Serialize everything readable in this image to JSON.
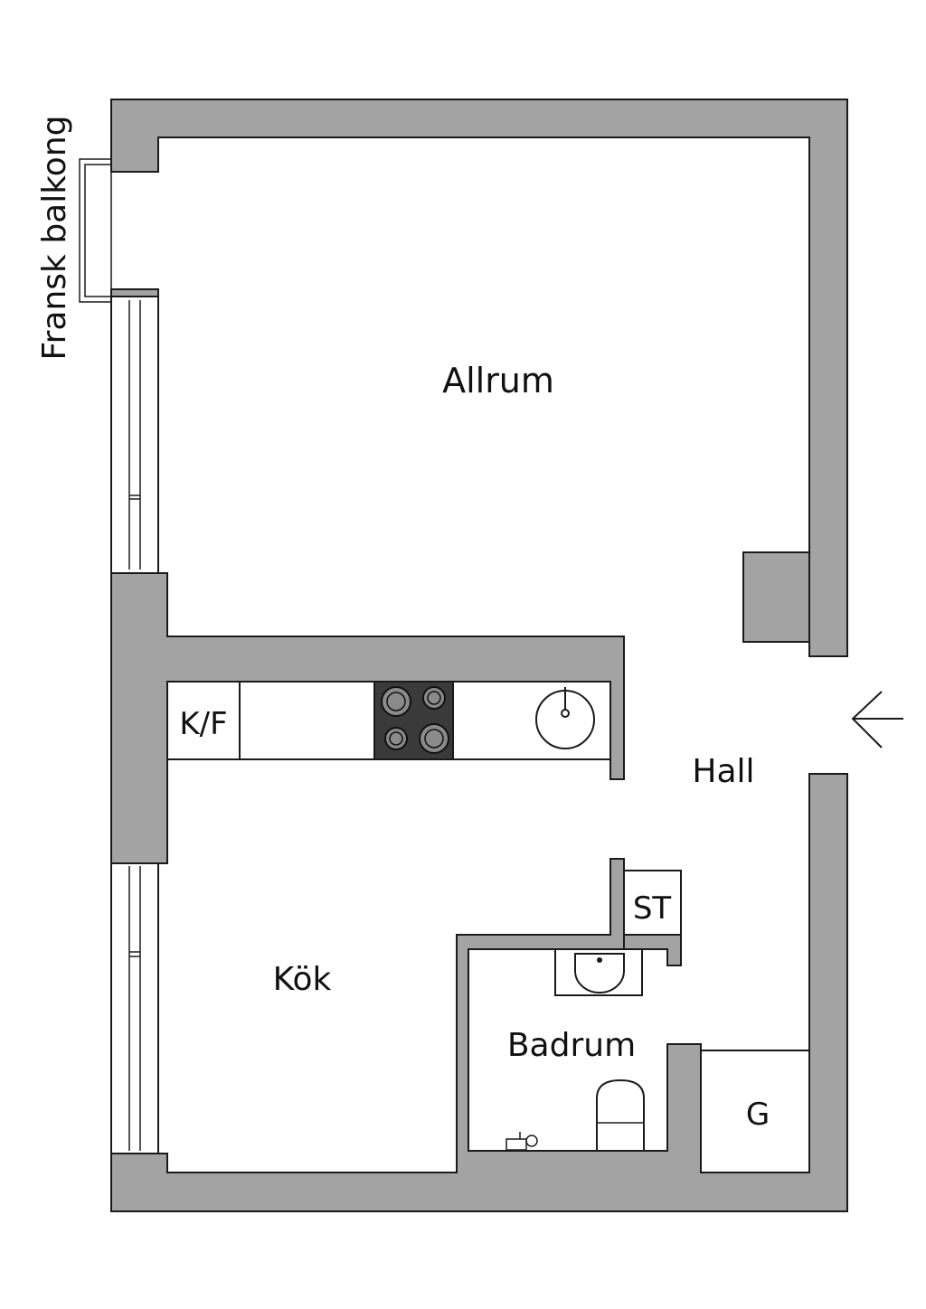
{
  "plan": {
    "balcony_label": "Fransk balkong",
    "rooms": {
      "allrum": "Allrum",
      "hall": "Hall",
      "kok": "Kök",
      "badrum": "Badrum"
    },
    "fixtures": {
      "fridge_freezer": "K/F",
      "storage": "ST",
      "wardrobe": "G"
    }
  },
  "colors": {
    "wall": "#a3a3a3",
    "line": "#1a1a1a",
    "stove": "#3a3a3a"
  },
  "icons": [
    "entrance-arrow-icon",
    "stove-icon",
    "kitchen-sink-icon",
    "bathroom-sink-icon",
    "toilet-icon",
    "faucet-icon"
  ]
}
